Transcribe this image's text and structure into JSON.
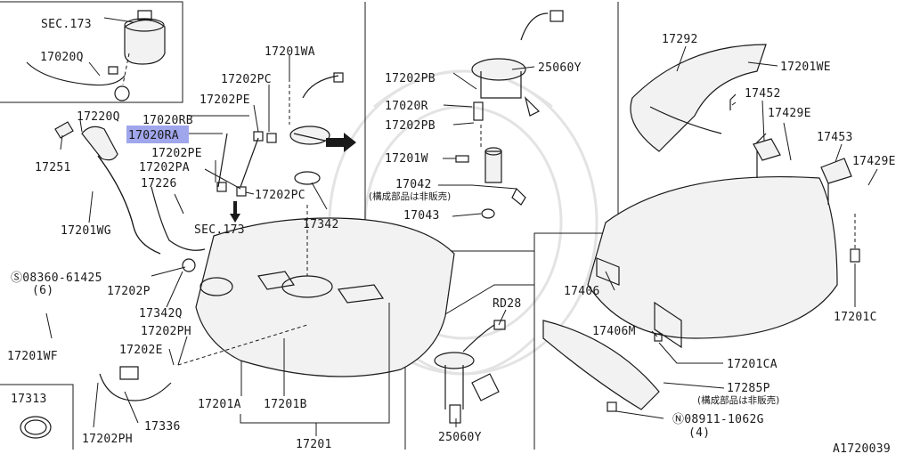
{
  "labels": {
    "sec173_top": "SEC.173",
    "p17020q": "17020Q",
    "p17220q": "17220Q",
    "p17251": "17251",
    "p17201wg": "17201WG",
    "p08360": "Ⓢ08360-61425",
    "p08360_qty": "(6)",
    "p17201wf": "17201WF",
    "p17313": "17313",
    "p17020rb": "17020RB",
    "p17020ra": "17020RA",
    "p17202pe_a": "17202PE",
    "p17202pa": "17202PA",
    "p17226": "17226",
    "sec173_mid": "SEC.173",
    "p17202p": "17202P",
    "p17342q": "17342Q",
    "p17202ph_a": "17202PH",
    "p17202e": "17202E",
    "p17336": "17336",
    "p17202ph_b": "17202PH",
    "p17201wa": "17201WA",
    "p17202pc_a": "17202PC",
    "p17202pe_b": "17202PE",
    "p17202pc_b": "17202PC",
    "p17342": "17342",
    "p17201a": "17201A",
    "p17201b": "17201B",
    "p17201": "17201",
    "p17202pb_a": "17202PB",
    "p25060y_a": "25060Y",
    "p17020r": "17020R",
    "p17202pb_b": "17202PB",
    "p17201w": "17201W",
    "p17042": "17042",
    "p17042_note": "(構成部品は非販売)",
    "p17043": "17043",
    "rd28": "RD28",
    "p25060y_b": "25060Y",
    "p17292": "17292",
    "p17201we": "17201WE",
    "p17452": "17452",
    "p17429e_a": "17429E",
    "p17453": "17453",
    "p17429e_b": "17429E",
    "p17406": "17406",
    "p17406m": "17406M",
    "p17201c": "17201C",
    "p17201ca": "17201CA",
    "p17285p": "17285P",
    "p17285p_note": "(構成部品は非販売)",
    "p08911": "Ⓝ08911-1062G",
    "p08911_qty": "(4)",
    "diagram_code": "A1720039"
  },
  "highlight": {
    "part": "17020RA",
    "color": "#8f96e8"
  }
}
